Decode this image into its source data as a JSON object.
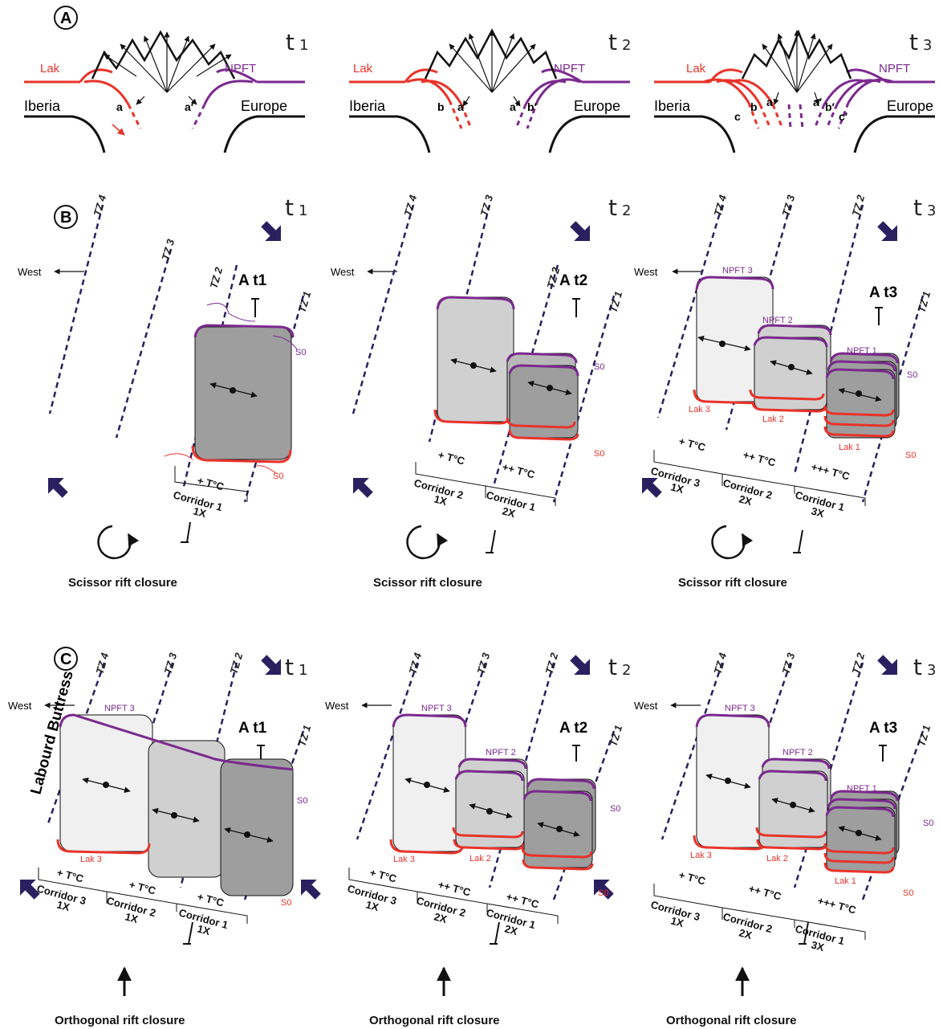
{
  "panels": {
    "A": {
      "label": "A"
    },
    "B": {
      "label": "B",
      "caption": "Scissor rift closure"
    },
    "C": {
      "label": "C",
      "caption": "Orthogonal rift closure",
      "buttress": "Labourd Buttress"
    }
  },
  "times": [
    {
      "main": "t",
      "sub": "1"
    },
    {
      "main": "t",
      "sub": "2"
    },
    {
      "main": "t",
      "sub": "3"
    }
  ],
  "sections": [
    "A t1",
    "A t2",
    "A t3"
  ],
  "panelA": {
    "iberia": "Iberia",
    "europe": "Europe",
    "lak": "Lak",
    "npft": "NPFT",
    "faults_t1": [
      "a",
      "a′"
    ],
    "faults_t2": [
      "b",
      "a",
      "a′",
      "b′"
    ],
    "faults_t3": [
      "c",
      "b",
      "a",
      "a′",
      "b′",
      "c′"
    ]
  },
  "common": {
    "west": "West",
    "tz": [
      "TZ 1",
      "TZ 2",
      "TZ 3",
      "TZ 4"
    ],
    "s0": "S0",
    "lak_labels": [
      "Lak 1",
      "Lak 2",
      "Lak 3"
    ],
    "npft_labels": [
      "NPFT 1",
      "NPFT 2",
      "NPFT 3"
    ]
  },
  "panelB": {
    "t1": {
      "corridors": [
        {
          "name": "Corridor 1",
          "mult": "1X",
          "temp": "+ T°C"
        }
      ]
    },
    "t2": {
      "corridors": [
        {
          "name": "Corridor 2",
          "mult": "1X",
          "temp": "+ T°C"
        },
        {
          "name": "Corridor 1",
          "mult": "2X",
          "temp": "++ T°C"
        }
      ]
    },
    "t3": {
      "corridors": [
        {
          "name": "Corridor 3",
          "mult": "1X",
          "temp": "+ T°C"
        },
        {
          "name": "Corridor 2",
          "mult": "2X",
          "temp": "++ T°C"
        },
        {
          "name": "Corridor 1",
          "mult": "3X",
          "temp": "+++ T°C"
        }
      ]
    }
  },
  "panelC": {
    "t1": {
      "corridors": [
        {
          "name": "Corridor 3",
          "mult": "1X",
          "temp": "+ T°C"
        },
        {
          "name": "Corridor 2",
          "mult": "1X",
          "temp": "+ T°C"
        },
        {
          "name": "Corridor 1",
          "mult": "1X",
          "temp": "+ T°C"
        }
      ]
    },
    "t2": {
      "corridors": [
        {
          "name": "Corridor 3",
          "mult": "1X",
          "temp": "+ T°C"
        },
        {
          "name": "Corridor 2",
          "mult": "2X",
          "temp": "++ T°C"
        },
        {
          "name": "Corridor 1",
          "mult": "2X",
          "temp": "++ T°C"
        }
      ]
    },
    "t3": {
      "corridors": [
        {
          "name": "Corridor 3",
          "mult": "1X",
          "temp": "+ T°C"
        },
        {
          "name": "Corridor 2",
          "mult": "2X",
          "temp": "++ T°C"
        },
        {
          "name": "Corridor 1",
          "mult": "3X",
          "temp": "+++ T°C"
        }
      ]
    }
  },
  "colors": {
    "lak": "#e8332a",
    "npft": "#7b2a8e",
    "tz": "#2a2060",
    "arrow": "#2a2060",
    "dark": "#9e9e9e",
    "mid": "#c9c9c9",
    "light": "#f0f0f0"
  }
}
